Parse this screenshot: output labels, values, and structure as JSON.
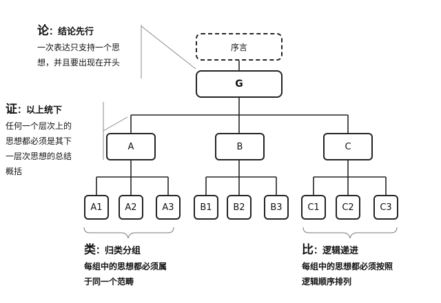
{
  "nodes": {
    "preface": "序言",
    "g": "G",
    "a": "A",
    "b": "B",
    "c": "C",
    "a1": "A1",
    "a2": "A2",
    "a3": "A3",
    "b1": "B1",
    "b2": "B2",
    "b3": "B3",
    "c1": "C1",
    "c2": "C2",
    "c3": "C3"
  },
  "annotations": {
    "lun": {
      "char": "论",
      "title": "：结论先行",
      "lines": [
        "一次表达只支持一个思",
        "想，并且要出现在开头"
      ]
    },
    "zheng": {
      "char": "证",
      "title": "：以上统下",
      "lines": [
        "任何一个层次上的",
        "思想都必须是其下",
        "一层次思想的总结",
        "概括"
      ]
    },
    "lei": {
      "char": "类",
      "title": "：归类分组",
      "lines": [
        "每组中的思想都必须属",
        "于同一个范畴"
      ]
    },
    "bi": {
      "char": "比",
      "title": "：逻辑递进",
      "lines": [
        "每组中的思想都必须按照",
        "逻辑顺序排列"
      ]
    }
  }
}
